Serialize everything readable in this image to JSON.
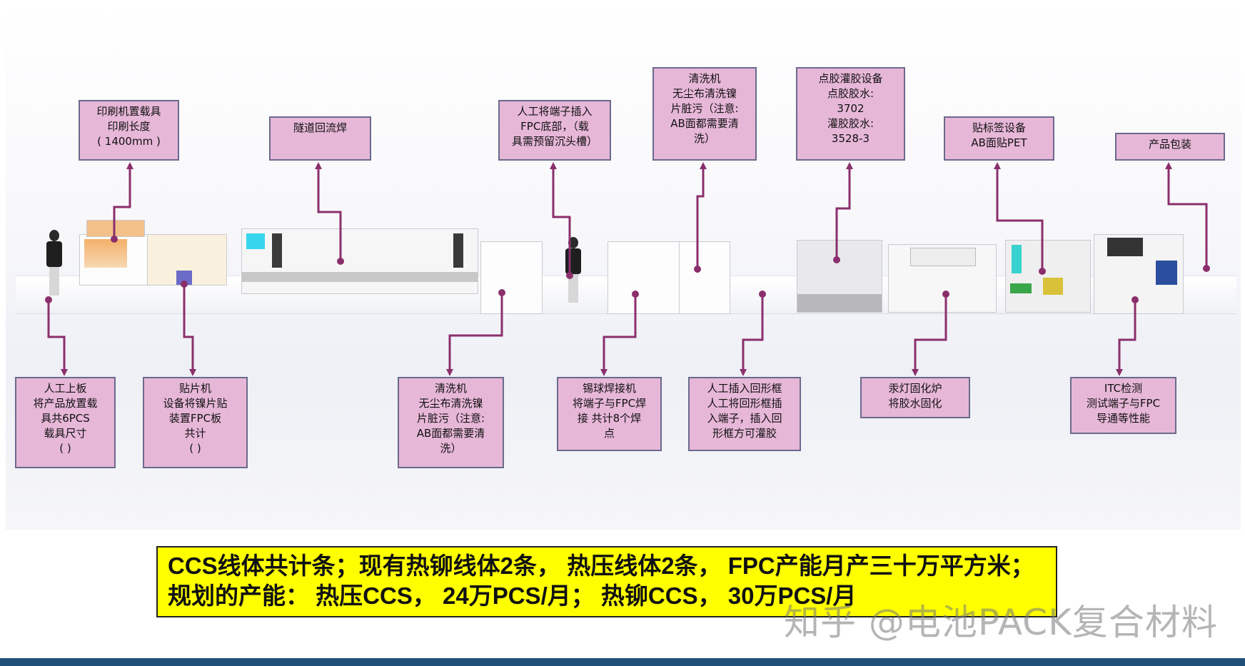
{
  "labels": {
    "top_printer": "印刷机置载具\n印刷长度\n( 1400mm )",
    "top_reflow": "隧道回流焊",
    "top_manual_insert": "人工将端子插入\nFPC底部，（载\n具需预留沉头槽）",
    "top_cleaning": "清洗机\n无尘布清洗镍\n片脏污（注意:\nAB面都需要清\n洗）",
    "top_glue": "点胶灌胶设备\n点胶胶水:\n3702\n灌胶胶水:\n3528-3",
    "top_label": "贴标签设备\nAB面贴PET",
    "top_packaging": "产品包装",
    "bottom_loading": "人工上板\n将产品放置载\n具共6PCS\n载具尺寸\n(                )",
    "bottom_pick_place": "贴片机\n设备将镍片贴\n装置FPC板\n共计\n(                )",
    "bottom_cleaning": "清洗机\n无尘布清洗镍\n片脏污（注意:\nAB面都需要清\n洗）",
    "bottom_solder": "锡球焊接机\n将端子与FPC焊\n接 共计8个焊\n点",
    "bottom_frame": "人工插入回形框\n人工将回形框插\n入端子，插入回\n形框方可灌胶",
    "bottom_uv": "汞灯固化炉\n将胶水固化",
    "bottom_itc": "ITC检测\n测试端子与FPC\n导通等性能"
  },
  "summary": {
    "line1": "CCS线体共计条；现有热铆线体2条， 热压线体2条， FPC产能月产三十万平方米；",
    "line2": "规划的产能： 热压CCS， 24万PCS/月； 热铆CCS， 30万PCS/月"
  },
  "watermark": "知乎 @电池PACK复合材料",
  "colors": {
    "label_fill": "#e7b7d8",
    "label_border": "#6a6a8c",
    "arrow": "#8b2f6c",
    "summary_fill": "#ffff00",
    "bottom_bar": "#1f4e79"
  }
}
